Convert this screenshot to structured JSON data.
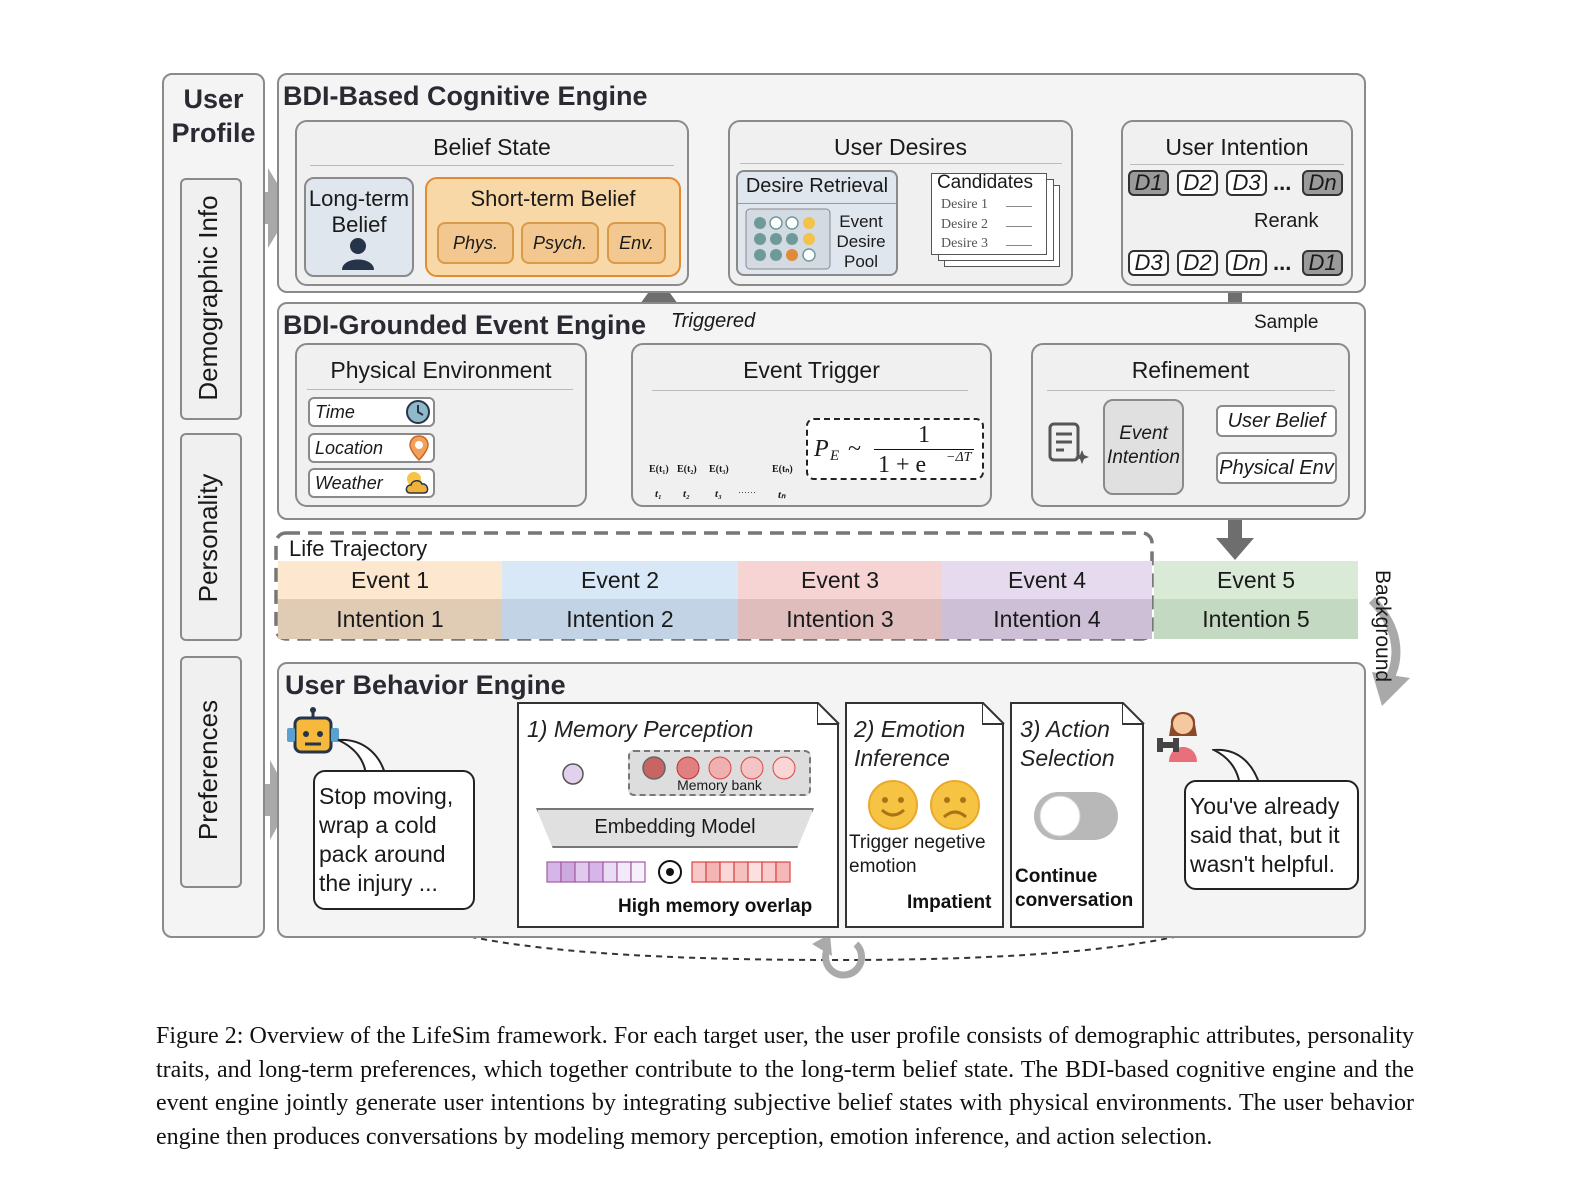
{
  "user_profile": {
    "title": "User Profile",
    "items": [
      "Demographic Info",
      "Personality",
      "Preferences"
    ]
  },
  "cognitive": {
    "title": "BDI-Based Cognitive Engine",
    "belief": {
      "title": "Belief State",
      "long_term": "Long-term Belief",
      "short_term": "Short-term Belief",
      "short_tags": [
        "Phys.",
        "Psych.",
        "Env."
      ]
    },
    "desires": {
      "title": "User Desires",
      "retrieval": "Desire Retrieval",
      "pool": "Event Desire Pool",
      "candidates": "Candidates",
      "candidate_items": [
        "Desire 1",
        "Desire 2",
        "Desire 3"
      ]
    },
    "intention": {
      "title": "User Intention",
      "row1": [
        "D1",
        "D2",
        "D3",
        "Dn"
      ],
      "row2": [
        "D3",
        "D2",
        "Dn",
        "D1"
      ],
      "ellipsis": "...",
      "rerank": "Rerank"
    }
  },
  "event_engine": {
    "title": "BDI-Grounded Event Engine",
    "triggered": "Triggered",
    "sample": "Sample",
    "physical": {
      "title": "Physical Environment",
      "tags": [
        "Time",
        "Location",
        "Weather"
      ]
    },
    "trigger": {
      "title": "Event Trigger",
      "formula_left": "P",
      "formula_sub": "E",
      "formula_sim": "~",
      "formula_num": "1",
      "formula_den_a": "1 + e",
      "formula_den_exp": "−ΔT",
      "event_labels": [
        "E(t₁)",
        "E(t₂)",
        "E(t₃)",
        "E(tₙ)"
      ],
      "time_labels": [
        "t₁",
        "t₂",
        "t₃",
        "······",
        "tₙ"
      ]
    },
    "refinement": {
      "title": "Refinement",
      "event_intention": "Event Intention",
      "user_belief": "User Belief",
      "physical_env": "Physical Env"
    }
  },
  "trajectory": {
    "title": "Life Trajectory",
    "background": "Background",
    "events": [
      {
        "event": "Event 1",
        "intention": "Intention 1",
        "top": "#fde7cf",
        "bottom": "#e0cbb4"
      },
      {
        "event": "Event 2",
        "intention": "Intention 2",
        "top": "#d9e8f7",
        "bottom": "#c3d3e6"
      },
      {
        "event": "Event 3",
        "intention": "Intention 3",
        "top": "#f6d4d4",
        "bottom": "#dfbdbd"
      },
      {
        "event": "Event 4",
        "intention": "Intention 4",
        "top": "#e6dbee",
        "bottom": "#cdbfd6"
      },
      {
        "event": "Event 5",
        "intention": "Intention 5",
        "top": "#d9ead7",
        "bottom": "#c3d9c1"
      }
    ]
  },
  "behavior": {
    "title": "User Behavior Engine",
    "agent_utterance": "Stop moving, wrap a cold pack around the injury ...",
    "user_utterance": "You've already said that, but it wasn't helpful.",
    "memory": {
      "title": "1) Memory Perception",
      "bank": "Memory bank",
      "model": "Embedding Model",
      "result": "High memory overlap"
    },
    "emotion": {
      "title_line1": "2) Emotion",
      "title_line2": "Inference",
      "trigger_line1": "Trigger negetive",
      "trigger_line2": "emotion",
      "result": "Impatient"
    },
    "action": {
      "title_line1": "3) Action",
      "title_line2": "Selection",
      "result_line1": "Continue",
      "result_line2": "conversation"
    }
  },
  "caption": "Figure 2: Overview of the LifeSim framework. For each target user, the user profile consists of demographic attributes, personality traits, and long-term preferences, which together contribute to the long-term belief state. The BDI-based cognitive engine and the event engine jointly generate user intentions by integrating subjective belief states with physical environments. The user behavior engine then produces conversations by modeling memory perception, emotion inference, and action selection.",
  "colors": {
    "panel_border": "#8a8a8a",
    "short_term_fill": "#f9d8a8",
    "short_term_border": "#e58a2e",
    "arrow": "#6e6e6e",
    "memory_fill": "#e08080",
    "emoji": "#f6c343"
  }
}
